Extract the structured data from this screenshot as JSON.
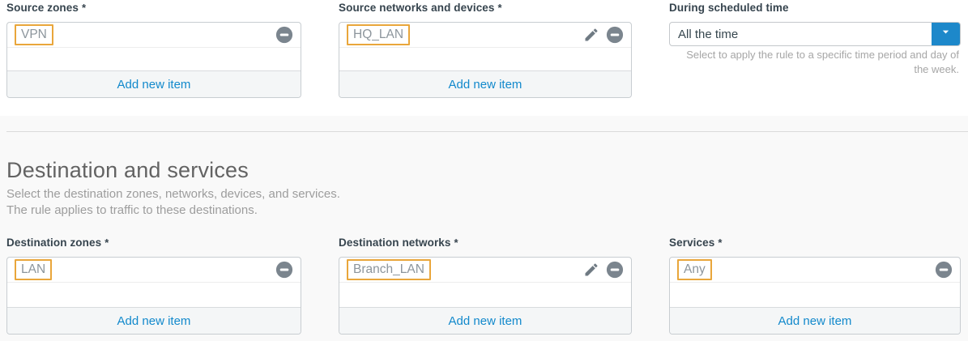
{
  "ui": {
    "asterisk": "*",
    "colors": {
      "accent_blue": "#1289cc",
      "dropdown_blue": "#1d88ca",
      "tag_highlight_orange": "#e9a63b",
      "label_dark": "#36444e",
      "section_bg_gray": "#f9f9f9"
    }
  },
  "source": {
    "zones": {
      "label": "Source zones",
      "items": [
        {
          "text": "VPN"
        }
      ],
      "add_label": "Add new item"
    },
    "networks": {
      "label": "Source networks and devices",
      "items": [
        {
          "text": "HQ_LAN"
        }
      ],
      "add_label": "Add new item"
    },
    "schedule": {
      "label": "During scheduled time",
      "value": "All the time",
      "help": "Select to apply the rule to a specific time period and day of the week."
    }
  },
  "destination": {
    "title": "Destination and services",
    "subtitle1": "Select the destination zones, networks, devices, and services.",
    "subtitle2": "The rule applies to traffic to these destinations.",
    "zones": {
      "label": "Destination zones",
      "items": [
        {
          "text": "LAN"
        }
      ],
      "add_label": "Add new item"
    },
    "networks": {
      "label": "Destination networks",
      "items": [
        {
          "text": "Branch_LAN"
        }
      ],
      "add_label": "Add new item"
    },
    "services": {
      "label": "Services",
      "items": [
        {
          "text": "Any"
        }
      ],
      "add_label": "Add new item"
    }
  }
}
